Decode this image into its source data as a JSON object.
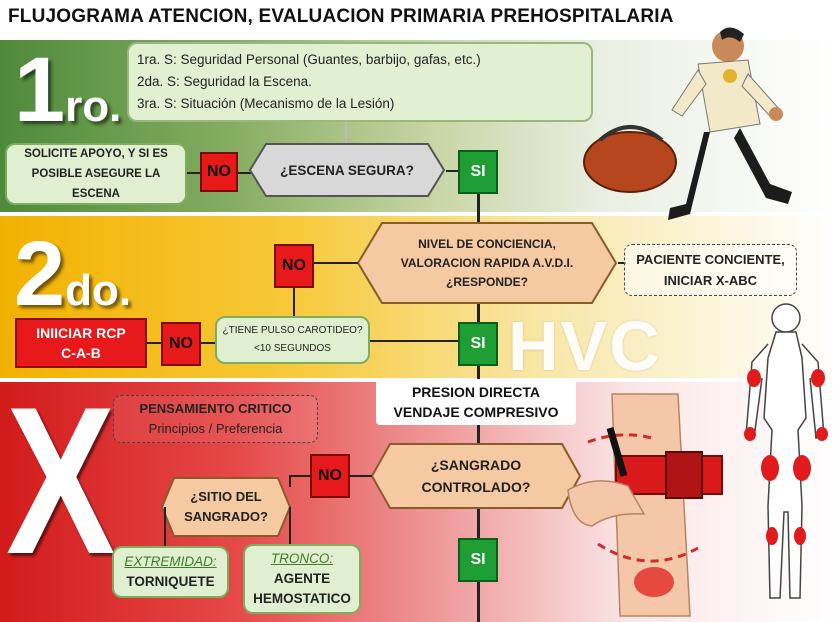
{
  "title": "FLUJOGRAMA ATENCION, EVALUACION PRIMARIA PREHOSPITALARIA",
  "sections": {
    "first": {
      "label_num": "1",
      "label_suffix": "ro.",
      "s_items": [
        "1ra. S: Seguridad Personal (Guantes, barbijo, gafas, etc.)",
        "2da. S: Seguridad la Escena.",
        "3ra. S: Situación (Mecanismo de la Lesión)"
      ],
      "help_box": [
        "SOLICITE APOYO, Y SI ES",
        "POSIBLE ASEGURE LA ESCENA"
      ],
      "no": "NO",
      "question": "¿ESCENA SEGURA?",
      "si": "SI"
    },
    "second": {
      "label_num": "2",
      "label_suffix": "do.",
      "no_top": "NO",
      "question": [
        "NIVEL DE CONCIENCIA,",
        "VALORACION RAPIDA A.V.D.I.",
        "¿RESPONDE?"
      ],
      "conscious_box": [
        "PACIENTE CONCIENTE,",
        "INICIAR X-ABC"
      ],
      "rcp_box": [
        "INIICIAR RCP",
        "C-A-B"
      ],
      "no_bottom": "NO",
      "pulse_box": [
        "¿TIENE PULSO CAROTIDEO?",
        "<10 SEGUNDOS"
      ],
      "si": "SI",
      "watermark": "HVC"
    },
    "third": {
      "label": "X",
      "critical_box": [
        "PENSAMIENTO CRITICO",
        "Principios / Preferencia"
      ],
      "pressure_box": [
        "PRESION DIRECTA",
        "VENDAJE COMPRESIVO"
      ],
      "no": "NO",
      "question": [
        "¿SANGRADO",
        "CONTROLADO?"
      ],
      "site_question": [
        "¿SITIO DEL",
        "SANGRADO?"
      ],
      "extremity_label": "EXTREMIDAD:",
      "extremity_action": "TORNIQUETE",
      "trunk_label": "TRONCO:",
      "trunk_action": [
        "AGENTE",
        "HEMOSTATICO"
      ],
      "si": "SI"
    }
  },
  "colors": {
    "green_band": "#4e8a3a",
    "yellow_band": "#f2b100",
    "red_band": "#d21b1b",
    "no_box": "#e8191a",
    "si_box": "#1f9e35",
    "question_hex_gray": "#d9d9d9",
    "question_hex_peach": "#f5c9a2"
  },
  "icons": [
    "rescuer-running-illustration",
    "body-bleeding-points-diagram",
    "tourniquet-arm-illustration"
  ]
}
